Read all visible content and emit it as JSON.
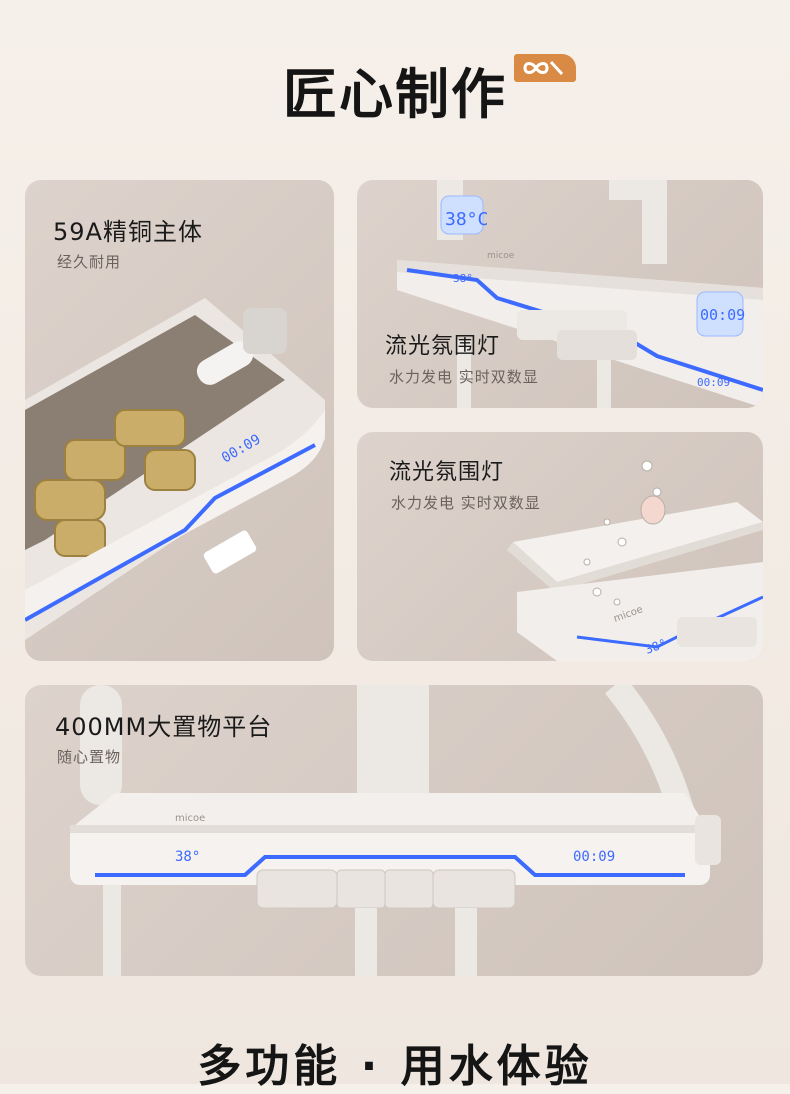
{
  "header": {
    "title": "匠心制作"
  },
  "cards": [
    {
      "title": "59A精铜主体",
      "subtitle": "经久耐用",
      "display": "00:09"
    },
    {
      "title": "流光氛围灯",
      "subtitle": "水力发电 实时双数显",
      "temp": "38°C",
      "time": "00:09",
      "temp_small": "38°",
      "time_small": "00:09",
      "logo": "micoe"
    },
    {
      "title": "流光氛围灯",
      "subtitle": "水力发电 实时双数显",
      "logo": "micoe",
      "temp_small": "38°"
    },
    {
      "title": "400MM大置物平台",
      "subtitle": "随心置物",
      "logo": "micoe",
      "temp": "38°",
      "time": "00:09"
    }
  ],
  "footer": {
    "title": "多功能 · 用水体验"
  },
  "colors": {
    "accent": "#3d6bff",
    "brand": "#d98a45"
  }
}
